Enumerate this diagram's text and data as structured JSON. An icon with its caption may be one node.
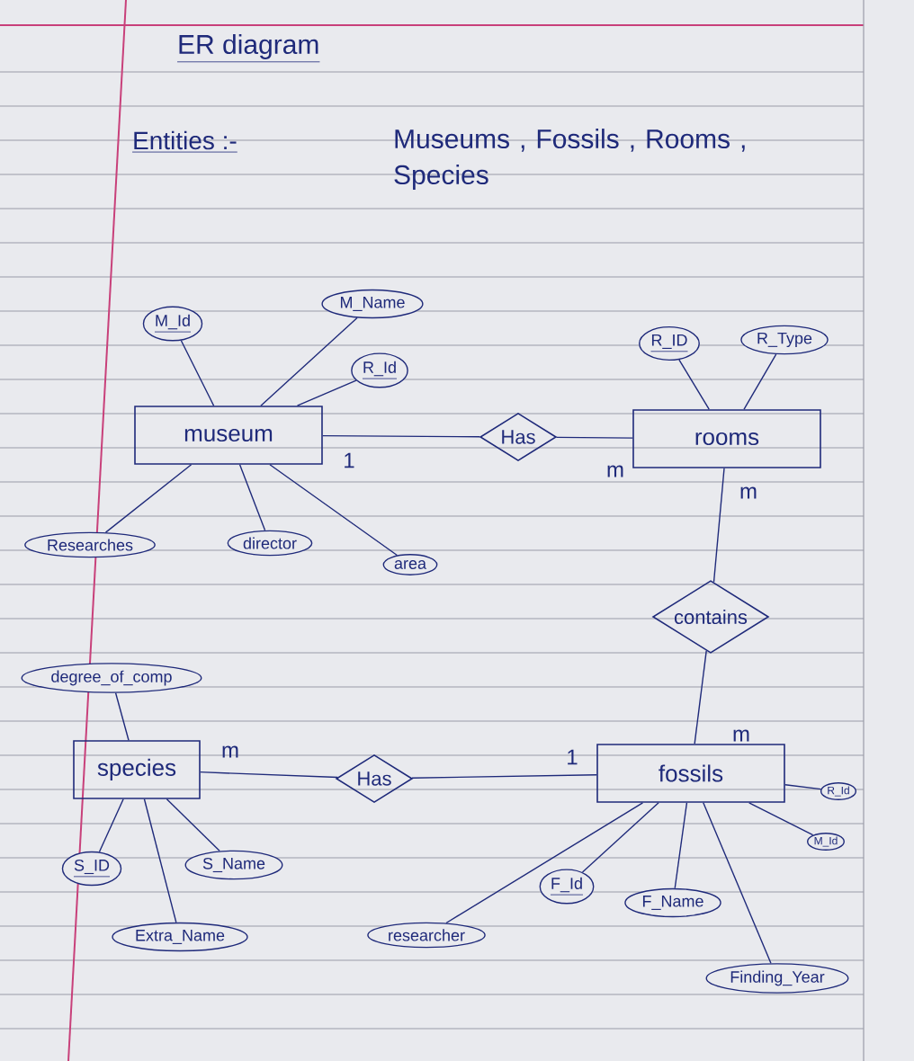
{
  "diagram": {
    "title": "ER diagram",
    "nodes": [
      {
        "text": [
          "museum"
        ]
      },
      {
        "text": [
          "M_Id"
        ]
      },
      {
        "text": [
          "M_Name"
        ]
      },
      {
        "text": [
          "R_Id"
        ]
      },
      {
        "text": [
          "Researches"
        ]
      },
      {
        "text": [
          "director"
        ]
      },
      {
        "text": [
          "area"
        ]
      },
      {
        "text": [
          "Has"
        ]
      },
      {
        "text": [
          "rooms"
        ]
      },
      {
        "text": [
          "R_ID"
        ]
      },
      {
        "text": [
          "R_Type"
        ]
      },
      {
        "text": [
          "contains"
        ]
      },
      {
        "text": [
          "fossils"
        ]
      },
      {
        "text": [
          "species"
        ]
      },
      {
        "text": [
          "degree_of_comp"
        ]
      },
      {
        "text": [
          "S_ID"
        ]
      },
      {
        "text": [
          "S_Name"
        ]
      },
      {
        "text": [
          "Extra_Name"
        ]
      },
      {
        "text": [
          "Has"
        ]
      },
      {
        "text": [
          "R_Id"
        ]
      },
      {
        "text": [
          "M_Id"
        ]
      },
      {
        "text": [
          "F_Id"
        ]
      },
      {
        "text": [
          "F_Name"
        ]
      },
      {
        "text": [
          "researcher"
        ]
      },
      {
        "text": [
          "Finding_Year"
        ]
      }
    ],
    "edges": [
      {
        "from": 0,
        "to": 1,
        "arrow": "none"
      },
      {
        "from": 0,
        "to": 2,
        "arrow": "none"
      },
      {
        "from": 0,
        "to": 3,
        "arrow": "none"
      },
      {
        "from": 0,
        "to": 4,
        "arrow": "none"
      },
      {
        "from": 0,
        "to": 5,
        "arrow": "none"
      },
      {
        "from": 0,
        "to": 6,
        "arrow": "none"
      },
      {
        "from": 0,
        "to": 7,
        "arrow": "none"
      },
      {
        "from": 7,
        "to": 8,
        "arrow": "none"
      },
      {
        "from": 8,
        "to": 9,
        "arrow": "none"
      },
      {
        "from": 8,
        "to": 10,
        "arrow": "none"
      },
      {
        "from": 8,
        "to": 11,
        "arrow": "none"
      },
      {
        "from": 11,
        "to": 12,
        "arrow": "none"
      },
      {
        "from": 13,
        "to": 14,
        "arrow": "none"
      },
      {
        "from": 13,
        "to": 15,
        "arrow": "none"
      },
      {
        "from": 13,
        "to": 16,
        "arrow": "none"
      },
      {
        "from": 13,
        "to": 17,
        "arrow": "none"
      },
      {
        "from": 13,
        "to": 18,
        "arrow": "none"
      },
      {
        "from": 18,
        "to": 12,
        "arrow": "none"
      },
      {
        "from": 12,
        "to": 19,
        "arrow": "none"
      },
      {
        "from": 12,
        "to": 20,
        "arrow": "none"
      },
      {
        "from": 12,
        "to": 21,
        "arrow": "none"
      },
      {
        "from": 12,
        "to": 22,
        "arrow": "none"
      },
      {
        "from": 12,
        "to": 23,
        "arrow": "none"
      },
      {
        "from": 12,
        "to": 24,
        "arrow": "none"
      }
    ],
    "labels": [
      "Entities :-",
      "Museums , Fossils , Rooms , Species",
      "1",
      "m",
      "m",
      "m",
      "m",
      "1"
    ]
  }
}
